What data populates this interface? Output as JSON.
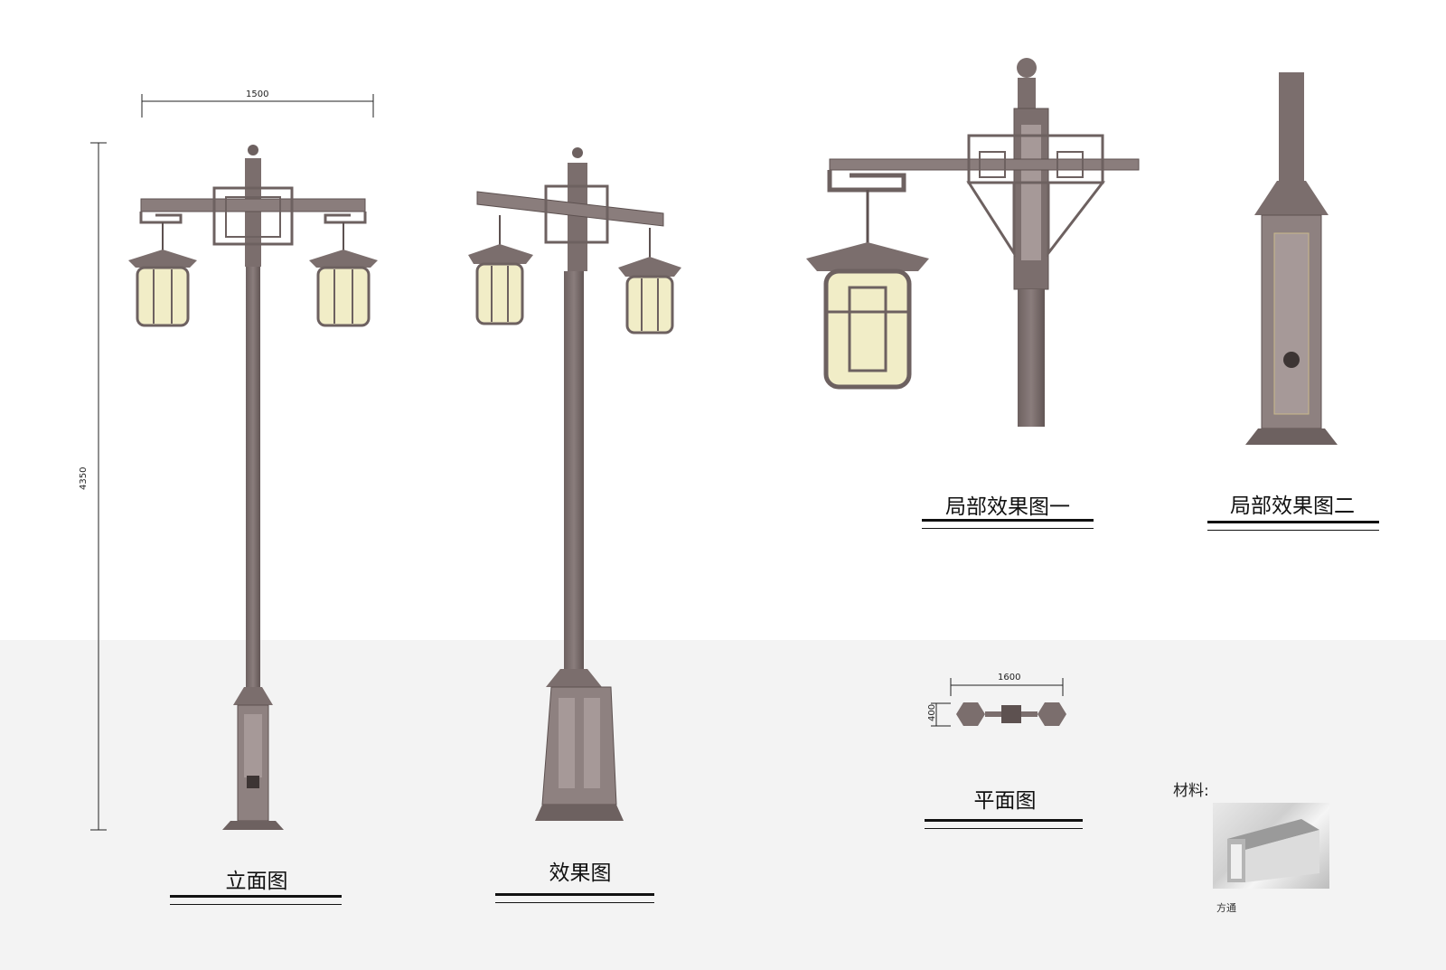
{
  "dimensions": {
    "elevation_width": "1500",
    "elevation_height": "4350",
    "plan_width": "1600",
    "plan_depth": "400"
  },
  "captions": {
    "elevation": "立面图",
    "effect": "效果图",
    "detail_one": "局部效果图一",
    "detail_two": "局部效果图二",
    "plan": "平面图"
  },
  "materials": {
    "title": "材料:",
    "item_name": "方通"
  },
  "colors": {
    "pole": "#7b6e6d",
    "pole_dark": "#5d5150",
    "lantern_glow": "#f1edc7",
    "floor": "#f3f3f3"
  }
}
